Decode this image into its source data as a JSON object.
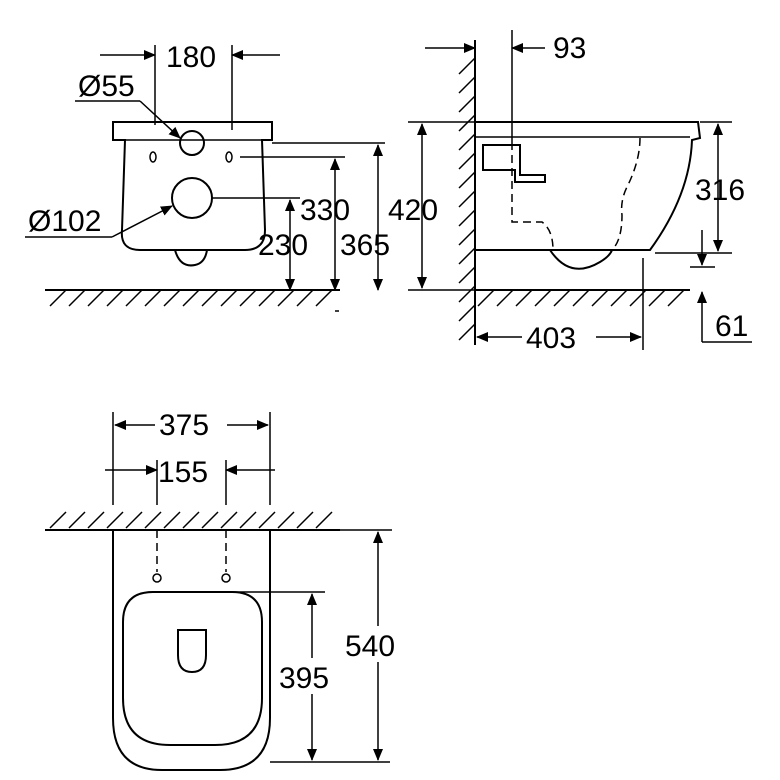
{
  "front_view": {
    "dim_width_top": "180",
    "dim_outlet_diameter": "Ø55",
    "dim_inlet_diameter": "Ø102",
    "dim_inlet_height": "330",
    "dim_outlet_height": "230",
    "dim_total_height": "365"
  },
  "side_view": {
    "dim_wall_offset": "93",
    "dim_bowl_height": "420",
    "dim_rim_height": "316",
    "dim_depth": "403",
    "dim_bottom_offset": "61"
  },
  "top_view": {
    "dim_overall_width": "375",
    "dim_bolt_spacing": "155",
    "dim_seat_length": "395",
    "dim_overall_length": "540"
  },
  "colors": {
    "line": "#000000",
    "background": "#ffffff"
  }
}
